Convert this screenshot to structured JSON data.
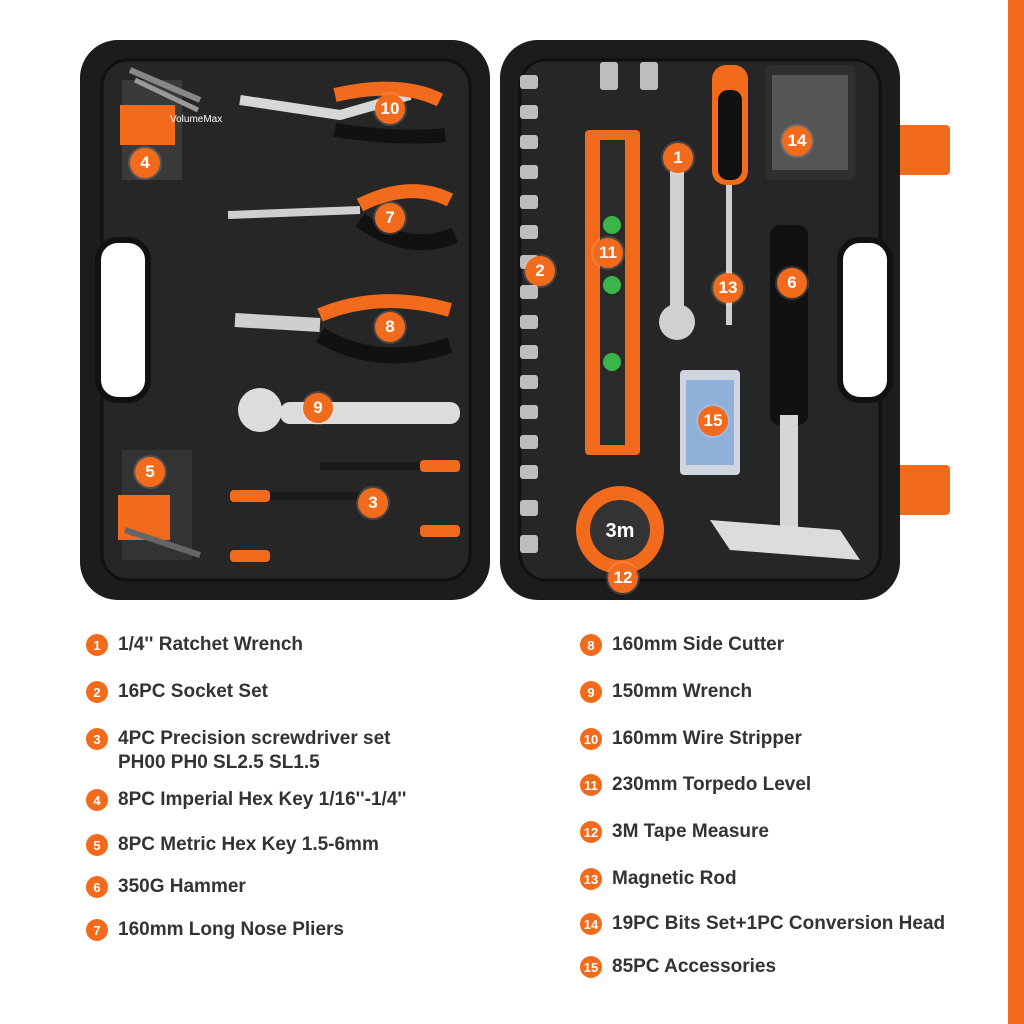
{
  "colors": {
    "accent": "#f26a1b",
    "case": "#1c1c1c",
    "text": "#333333"
  },
  "case_badges": [
    "1",
    "2",
    "3",
    "4",
    "5",
    "6",
    "7",
    "8",
    "9",
    "10",
    "11",
    "12",
    "13",
    "14",
    "15"
  ],
  "tool_print": {
    "tape_reading": "3m",
    "brand": "VolumeMax"
  },
  "legend": [
    {
      "num": "1",
      "text": "1/4'' Ratchet Wrench"
    },
    {
      "num": "2",
      "text": "16PC Socket Set"
    },
    {
      "num": "3",
      "text": "4PC Precision screwdriver set",
      "sub": "PH00 PH0 SL2.5 SL1.5"
    },
    {
      "num": "4",
      "text": "8PC Imperial Hex Key 1/16''-1/4''"
    },
    {
      "num": "5",
      "text": "8PC Metric Hex Key 1.5-6mm"
    },
    {
      "num": "6",
      "text": "350G Hammer"
    },
    {
      "num": "7",
      "text": "160mm Long Nose Pliers"
    },
    {
      "num": "8",
      "text": "160mm Side Cutter"
    },
    {
      "num": "9",
      "text": "150mm Wrench"
    },
    {
      "num": "10",
      "text": "160mm Wire Stripper"
    },
    {
      "num": "11",
      "text": "230mm Torpedo Level"
    },
    {
      "num": "12",
      "text": "3M Tape Measure"
    },
    {
      "num": "13",
      "text": "Magnetic Rod"
    },
    {
      "num": "14",
      "text": "19PC Bits Set+1PC Conversion Head"
    },
    {
      "num": "15",
      "text": "85PC Accessories"
    }
  ]
}
